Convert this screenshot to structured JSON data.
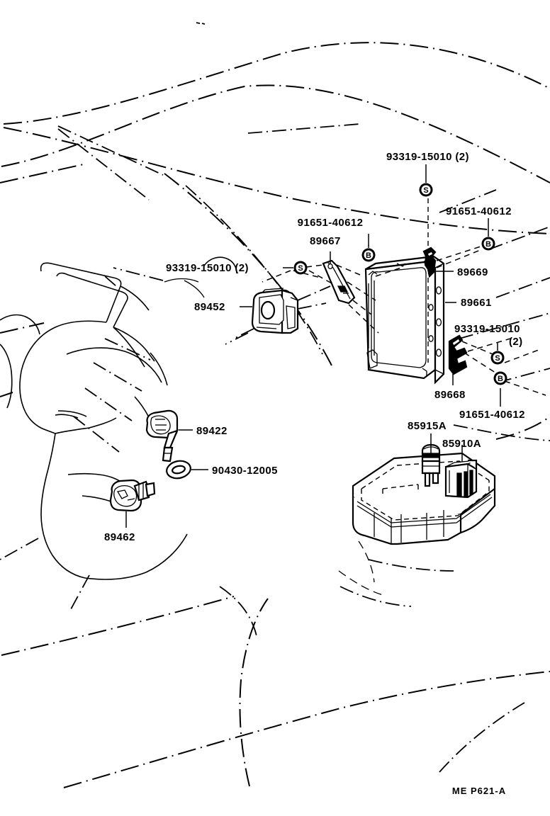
{
  "document": {
    "type": "parts-diagram",
    "footer_code": "ME  P621-A",
    "background_color": "#ffffff",
    "line_color": "#000000"
  },
  "callouts": [
    {
      "id": "c1",
      "part_number": "93319-15010 (2)",
      "name": "screw-grommet-upper",
      "marker": "S"
    },
    {
      "id": "c2",
      "part_number": "91651-40612",
      "name": "bolt-right",
      "marker": "B"
    },
    {
      "id": "c3",
      "part_number": "91651-40612",
      "name": "bolt-center",
      "marker": "B"
    },
    {
      "id": "c4",
      "part_number": "89667",
      "name": "bracket-ecu-left",
      "marker": ""
    },
    {
      "id": "c5",
      "part_number": "93319-15010 (2)",
      "name": "screw-grommet-left",
      "marker": "S"
    },
    {
      "id": "c6",
      "part_number": "89452",
      "name": "actuator-vacuum",
      "marker": ""
    },
    {
      "id": "c7",
      "part_number": "89669",
      "name": "bracket-ecu-upper",
      "marker": ""
    },
    {
      "id": "c8",
      "part_number": "89661",
      "name": "engine-control-computer",
      "marker": ""
    },
    {
      "id": "c9",
      "part_number": "93319-15010",
      "name": "screw-grommet-lower",
      "marker": "S",
      "qty_suffix": "(2)"
    },
    {
      "id": "c10",
      "part_number": "89668",
      "name": "bracket-ecu-lower",
      "marker": ""
    },
    {
      "id": "c11",
      "part_number": "91651-40612",
      "name": "bolt-lower",
      "marker": "B"
    },
    {
      "id": "c12",
      "part_number": "89422",
      "name": "water-temperature-sensor",
      "marker": ""
    },
    {
      "id": "c13",
      "part_number": "90430-12005",
      "name": "gasket-ring",
      "marker": ""
    },
    {
      "id": "c14",
      "part_number": "89462",
      "name": "oxygen-sensor",
      "marker": ""
    },
    {
      "id": "c15",
      "part_number": "85915A",
      "name": "relay-circuit-opening",
      "marker": ""
    },
    {
      "id": "c16",
      "part_number": "85910A",
      "name": "relay-block",
      "marker": ""
    }
  ],
  "labels": {
    "l_93319_top": "93319-15010 (2)",
    "l_91651_right": "91651-40612",
    "l_91651_mid": "91651-40612",
    "l_89667": "89667",
    "l_93319_left": "93319-15010 (2)",
    "l_89452": "89452",
    "l_89669": "89669",
    "l_89661": "89661",
    "l_93319_low_a": "93319-15010",
    "l_93319_low_b": "(2)",
    "l_89668": "89668",
    "l_91651_low": "91651-40612",
    "l_89422": "89422",
    "l_90430": "90430-12005",
    "l_89462": "89462",
    "l_85915a": "85915A",
    "l_85910a": "85910A",
    "footer": "ME  P621-A",
    "marker_s": "S",
    "marker_b": "B"
  }
}
